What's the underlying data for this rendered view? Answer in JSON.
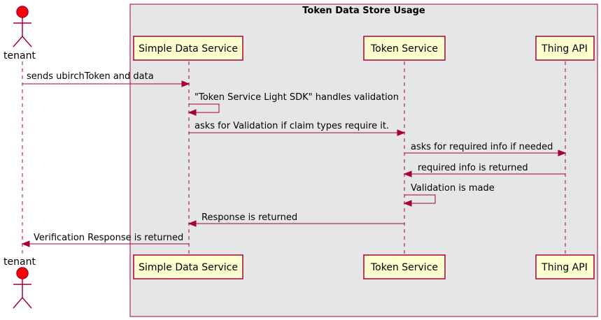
{
  "group": {
    "title": "Token Data Store Usage",
    "color": "#E5E6E8"
  },
  "actor": {
    "name": "tenant",
    "color": "#FF0000"
  },
  "participants": [
    {
      "name": "Simple Data Service"
    },
    {
      "name": "Token Service"
    },
    {
      "name": "Thing API"
    }
  ],
  "messages": [
    {
      "text": "sends ubirchToken and data"
    },
    {
      "text": "\"Token Service Light SDK\" handles validation"
    },
    {
      "text": "asks for Validation if claim types require it."
    },
    {
      "text": "asks for required info if needed"
    },
    {
      "text": "required info is returned"
    },
    {
      "text": "Validation is made"
    },
    {
      "text": "Response is returned"
    },
    {
      "text": "Verification Response is returned"
    }
  ],
  "colors": {
    "line": "#A80036",
    "participant_fill": "#FEFECE"
  }
}
